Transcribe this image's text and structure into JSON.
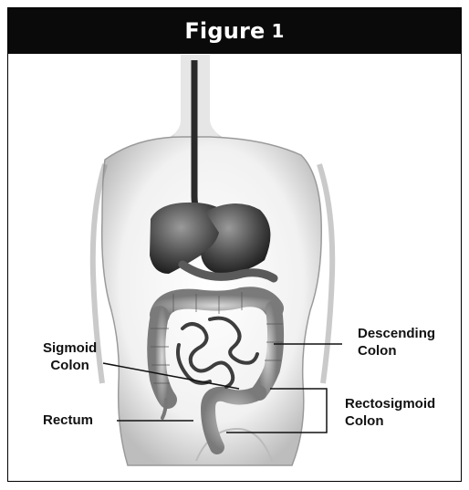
{
  "header": {
    "title": "Figure",
    "number": "1"
  },
  "labels": {
    "sigmoid_colon": [
      "Sigmoid",
      "Colon"
    ],
    "descending_colon": [
      "Descending",
      "Colon"
    ],
    "rectum": "Rectum",
    "rectosigmoid_colon": [
      "Rectosigmoid",
      "Colon"
    ]
  }
}
